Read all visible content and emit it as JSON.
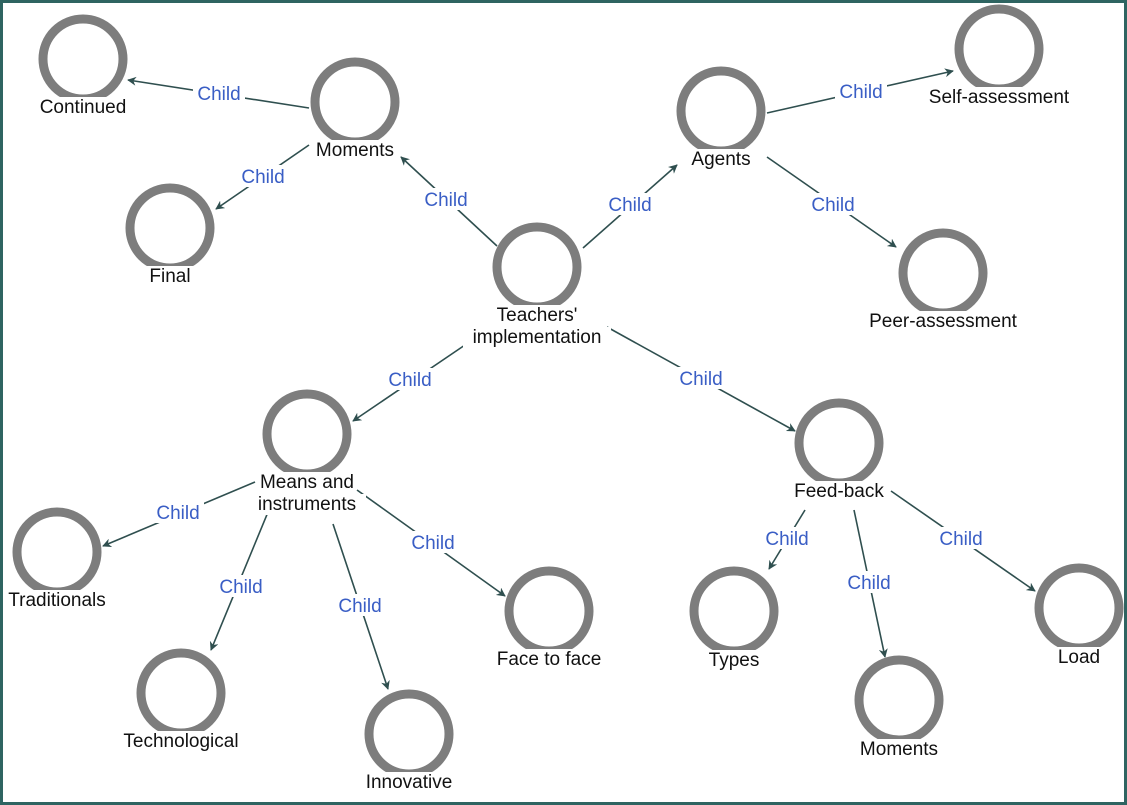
{
  "colors": {
    "node_stroke": "#7d7d7d",
    "edge": "#2f4f4f",
    "edge_label": "#3a5ec5",
    "frame": "#2e6461"
  },
  "nodes": [
    {
      "id": "teachers",
      "label": [
        "Teachers'",
        "implementation"
      ]
    },
    {
      "id": "moments1",
      "label": [
        "Moments"
      ]
    },
    {
      "id": "continued",
      "label": [
        "Continued"
      ]
    },
    {
      "id": "final",
      "label": [
        "Final"
      ]
    },
    {
      "id": "agents",
      "label": [
        "Agents"
      ]
    },
    {
      "id": "self",
      "label": [
        "Self-assessment"
      ]
    },
    {
      "id": "peer",
      "label": [
        "Peer-assessment"
      ]
    },
    {
      "id": "means",
      "label": [
        "Means and",
        "instruments"
      ]
    },
    {
      "id": "traditionals",
      "label": [
        "Traditionals"
      ]
    },
    {
      "id": "technological",
      "label": [
        "Technological"
      ]
    },
    {
      "id": "innovative",
      "label": [
        "Innovative"
      ]
    },
    {
      "id": "face",
      "label": [
        "Face to face"
      ]
    },
    {
      "id": "feedback",
      "label": [
        "Feed-back"
      ]
    },
    {
      "id": "types",
      "label": [
        "Types"
      ]
    },
    {
      "id": "moments2",
      "label": [
        "Moments"
      ]
    },
    {
      "id": "load",
      "label": [
        "Load"
      ]
    }
  ],
  "edges": [
    {
      "from": "teachers",
      "to": "moments1",
      "label": "Child"
    },
    {
      "from": "teachers",
      "to": "agents",
      "label": "Child"
    },
    {
      "from": "teachers",
      "to": "means",
      "label": "Child"
    },
    {
      "from": "teachers",
      "to": "feedback",
      "label": "Child"
    },
    {
      "from": "moments1",
      "to": "continued",
      "label": "Child"
    },
    {
      "from": "moments1",
      "to": "final",
      "label": "Child"
    },
    {
      "from": "agents",
      "to": "self",
      "label": "Child"
    },
    {
      "from": "agents",
      "to": "peer",
      "label": "Child"
    },
    {
      "from": "means",
      "to": "traditionals",
      "label": "Child"
    },
    {
      "from": "means",
      "to": "technological",
      "label": "Child"
    },
    {
      "from": "means",
      "to": "innovative",
      "label": "Child"
    },
    {
      "from": "means",
      "to": "face",
      "label": "Child"
    },
    {
      "from": "feedback",
      "to": "types",
      "label": "Child"
    },
    {
      "from": "feedback",
      "to": "moments2",
      "label": "Child"
    },
    {
      "from": "feedback",
      "to": "load",
      "label": "Child"
    }
  ]
}
